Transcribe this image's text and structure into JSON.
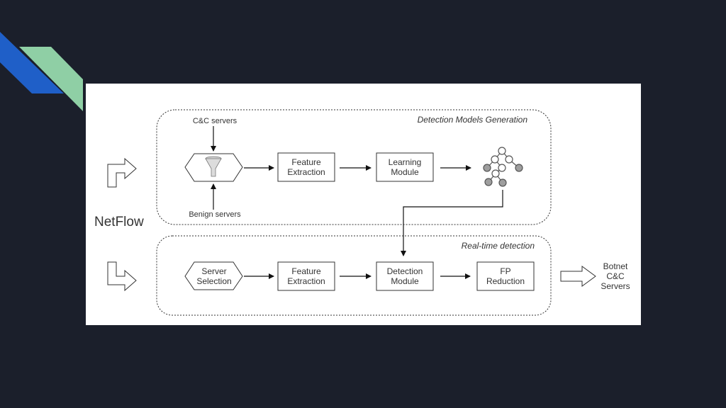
{
  "diagram": {
    "input_label": "NetFlow",
    "generation_section": {
      "title": "Detection Models Generation",
      "top_source": "C&C servers",
      "bottom_source": "Benign servers",
      "feature_extraction": [
        "Feature",
        "Extraction"
      ],
      "learning_module": [
        "Learning",
        "Module"
      ]
    },
    "realtime_section": {
      "title": "Real-time detection",
      "server_selection": [
        "Server",
        "Selection"
      ],
      "feature_extraction": [
        "Feature",
        "Extraction"
      ],
      "detection_module": [
        "Detection",
        "Module"
      ],
      "fp_reduction": [
        "FP",
        "Reduction"
      ]
    },
    "output_label": [
      "Botnet",
      "C&C",
      "Servers"
    ]
  },
  "colors": {
    "slide_background": "#1b1f2b",
    "accent_blue": "#1f5fc8",
    "accent_green": "#8fcfa5",
    "node_gray": "#9e9e9e"
  }
}
